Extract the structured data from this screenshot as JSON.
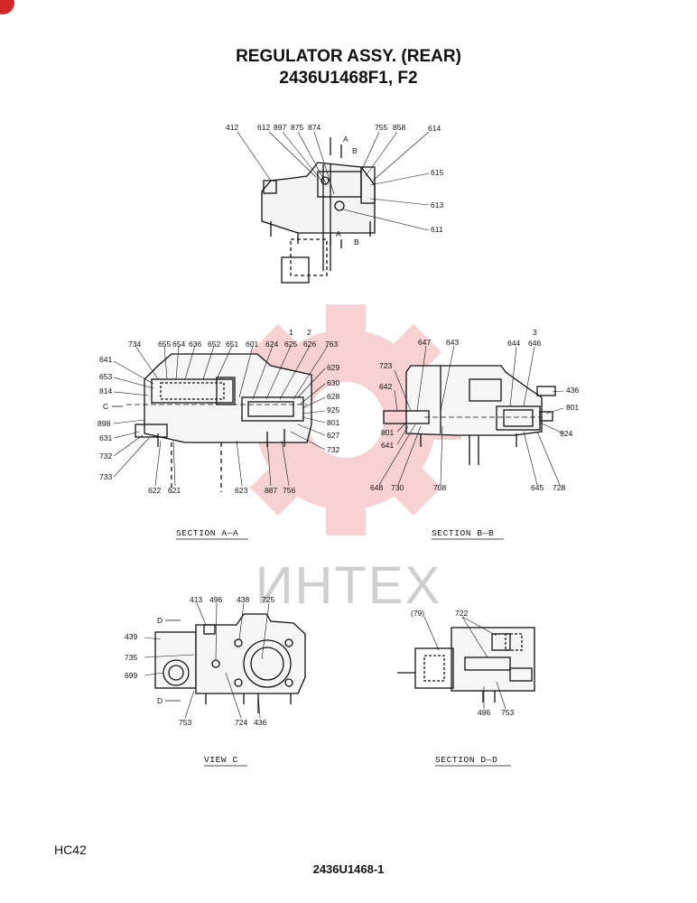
{
  "header": {
    "title": "REGULATOR ASSY. (REAR)",
    "part_numbers": "2436U1468F1, F2"
  },
  "watermark": {
    "text": "ИНТЕХ",
    "color": "#e0383a"
  },
  "footer": {
    "code": "HC42",
    "drawing_number": "2436U1468-1"
  },
  "views": {
    "top": {
      "labels": [
        "412",
        "612",
        "897",
        "875",
        "874",
        "755",
        "858",
        "614",
        "615",
        "613",
        "611"
      ],
      "section_marks": [
        "A",
        "B",
        "A",
        "B"
      ]
    },
    "section_aa": {
      "caption": "SECTION A—A",
      "marks": [
        "1",
        "2",
        "C"
      ],
      "labels": [
        "734",
        "655",
        "654",
        "636",
        "652",
        "651",
        "601",
        "624",
        "625",
        "626",
        "763",
        "641",
        "653",
        "814",
        "629",
        "630",
        "628",
        "925",
        "898",
        "801",
        "631",
        "627",
        "732",
        "732",
        "733",
        "622",
        "621",
        "623",
        "887",
        "756"
      ]
    },
    "section_bb": {
      "caption": "SECTION B—B",
      "marks": [
        "3"
      ],
      "labels": [
        "647",
        "643",
        "644",
        "646",
        "723",
        "642",
        "436",
        "801",
        "801",
        "924",
        "641",
        "648",
        "730",
        "708",
        "645",
        "728"
      ]
    },
    "view_c": {
      "caption": "VIEW C",
      "marks": [
        "D",
        "D"
      ],
      "labels": [
        "413",
        "496",
        "438",
        "725",
        "439",
        "735",
        "699",
        "753",
        "724",
        "436"
      ]
    },
    "section_dd": {
      "caption": "SECTION D—D",
      "labels": [
        "(79)",
        "722",
        "496",
        "753"
      ]
    }
  }
}
